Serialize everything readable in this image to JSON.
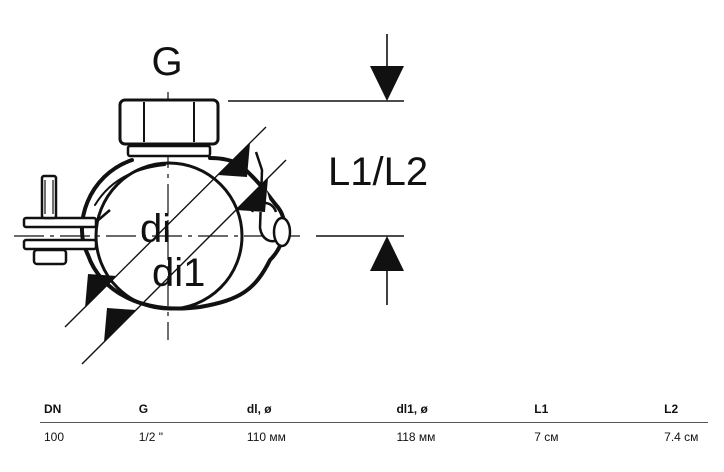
{
  "diagram": {
    "label_g": "G",
    "label_l1l2": "L1/L2",
    "label_di": "di",
    "label_di1": "di1"
  },
  "table": {
    "headers": [
      "DN",
      "G",
      "dl, ø",
      "dl1, ø",
      "L1",
      "L2"
    ],
    "rows": [
      [
        "100",
        "1/2 \"",
        "110 мм",
        "118 мм",
        "7 см",
        "7.4 см"
      ]
    ]
  }
}
